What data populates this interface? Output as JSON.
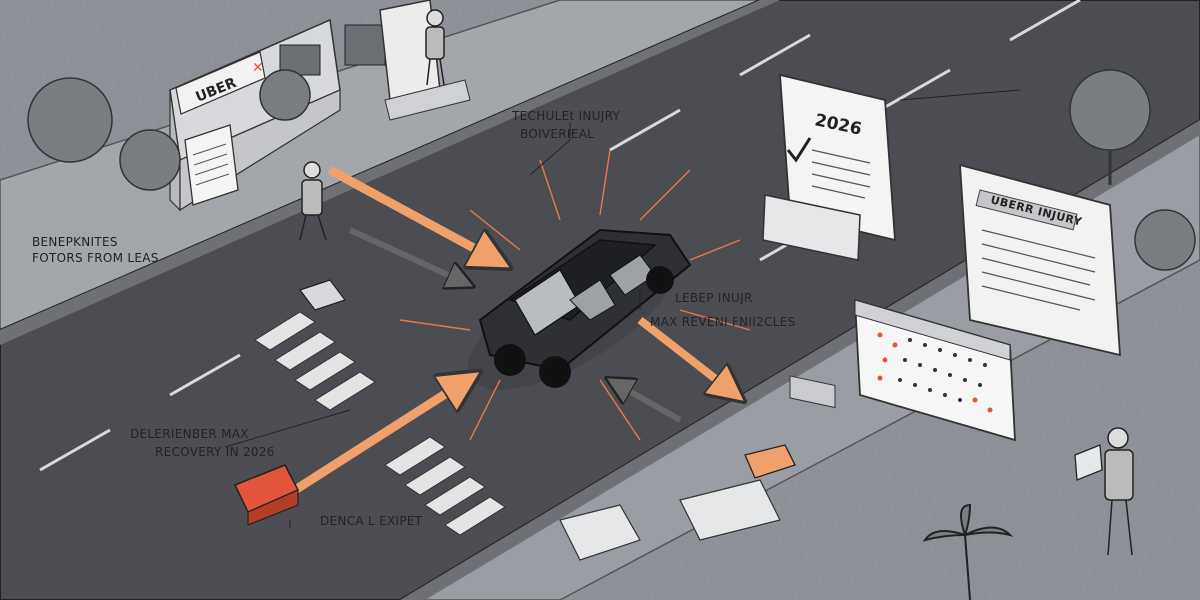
{
  "labels": {
    "uber_sign": "UBER",
    "top_annotation_line1": "TECHULEt INUJRY",
    "top_annotation_line2": "BOIVERIEAL",
    "left_annotation_line1": "BENEPKNITES",
    "left_annotation_line2": "FOTORS FROM LEAS",
    "right_annotation_line1": "LEBEP INUJR",
    "right_annotation_line2": "MAX REVENI FNII2CLES",
    "bottom_left_annotation_line1": "DELERIENBER MAX",
    "bottom_left_annotation_line2": "RECOVERY IN 2026",
    "bottom_annotation": "DENCA L EXIPET",
    "document_year": "2026",
    "calendar_header": "UBERR INJURY"
  },
  "colors": {
    "accent_orange": "#f0a06a",
    "accent_red": "#e2553a",
    "road": "#4b4d52",
    "sidewalk": "#9a9da3",
    "ground": "#8d9096",
    "car": "#2f3034"
  },
  "icons": [
    "storefront-icon",
    "car-icon",
    "document-icon",
    "calendar-icon",
    "tree-icon",
    "palm-tree-icon",
    "person-icon",
    "laptop-icon",
    "traffic-cone-icon"
  ]
}
